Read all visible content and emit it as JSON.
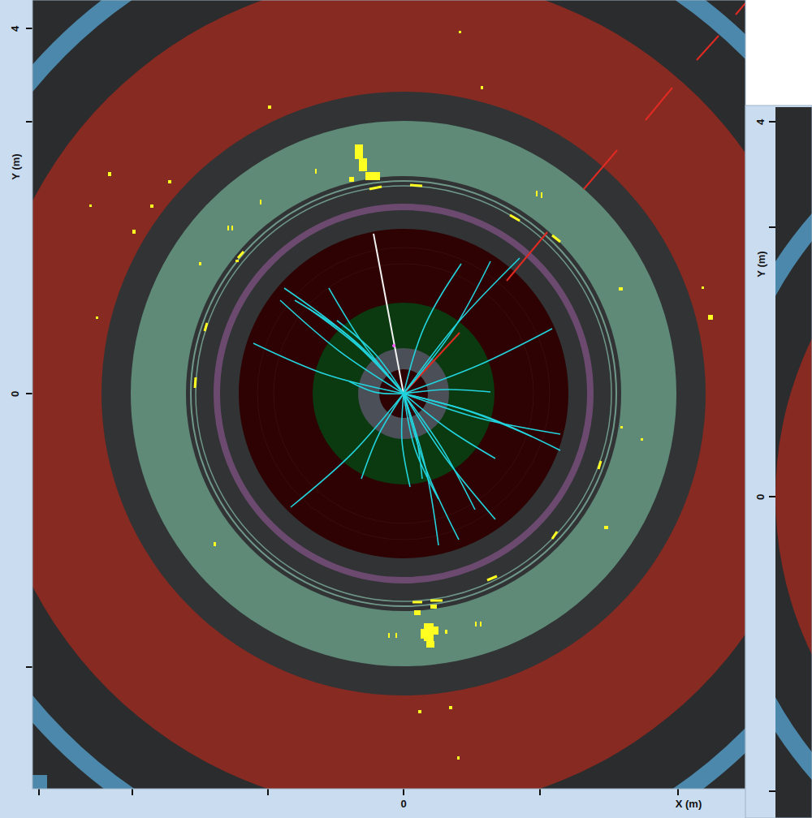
{
  "diagram": {
    "labels": [
      "4",
      "Y (m)",
      "0",
      "0",
      "X (m)",
      "4",
      "Y (m)",
      "0"
    ]
  }
}
